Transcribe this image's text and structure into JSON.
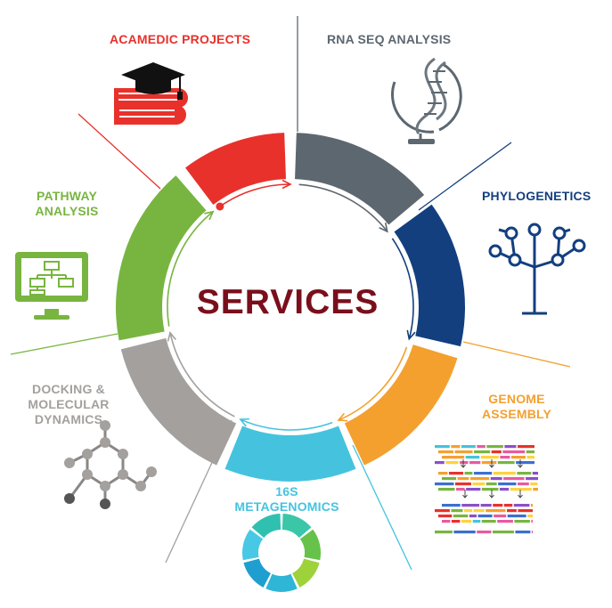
{
  "center": {
    "title": "SERVICES",
    "color": "#7a0f1c"
  },
  "services": [
    {
      "id": "academic",
      "label": "ACAMEDIC PROJECTS",
      "color": "#e8312b",
      "icon": "graduation-cap-books-icon"
    },
    {
      "id": "rnaseq",
      "label": "RNA SEQ ANALYSIS",
      "color": "#5d6770",
      "icon": "dna-globe-icon"
    },
    {
      "id": "phylo",
      "label": "PHYLOGENETICS",
      "color": "#133f7f",
      "icon": "phylogenetic-tree-icon"
    },
    {
      "id": "genome",
      "label": "GENOME\nASSEMBLY",
      "color": "#f4a02f",
      "icon": "sequence-alignment-icon"
    },
    {
      "id": "metagen",
      "label": "16S\nMETAGENOMICS",
      "color": "#45c3de",
      "icon": "donut-chart-icon"
    },
    {
      "id": "docking",
      "label": "DOCKING &\nMOLECULAR\nDYNAMICS",
      "color": "#a3a09e",
      "icon": "molecule-network-icon"
    },
    {
      "id": "pathway",
      "label": "PATHWAY\nANALYSIS",
      "color": "#78b540",
      "icon": "flowchart-monitor-icon"
    }
  ]
}
